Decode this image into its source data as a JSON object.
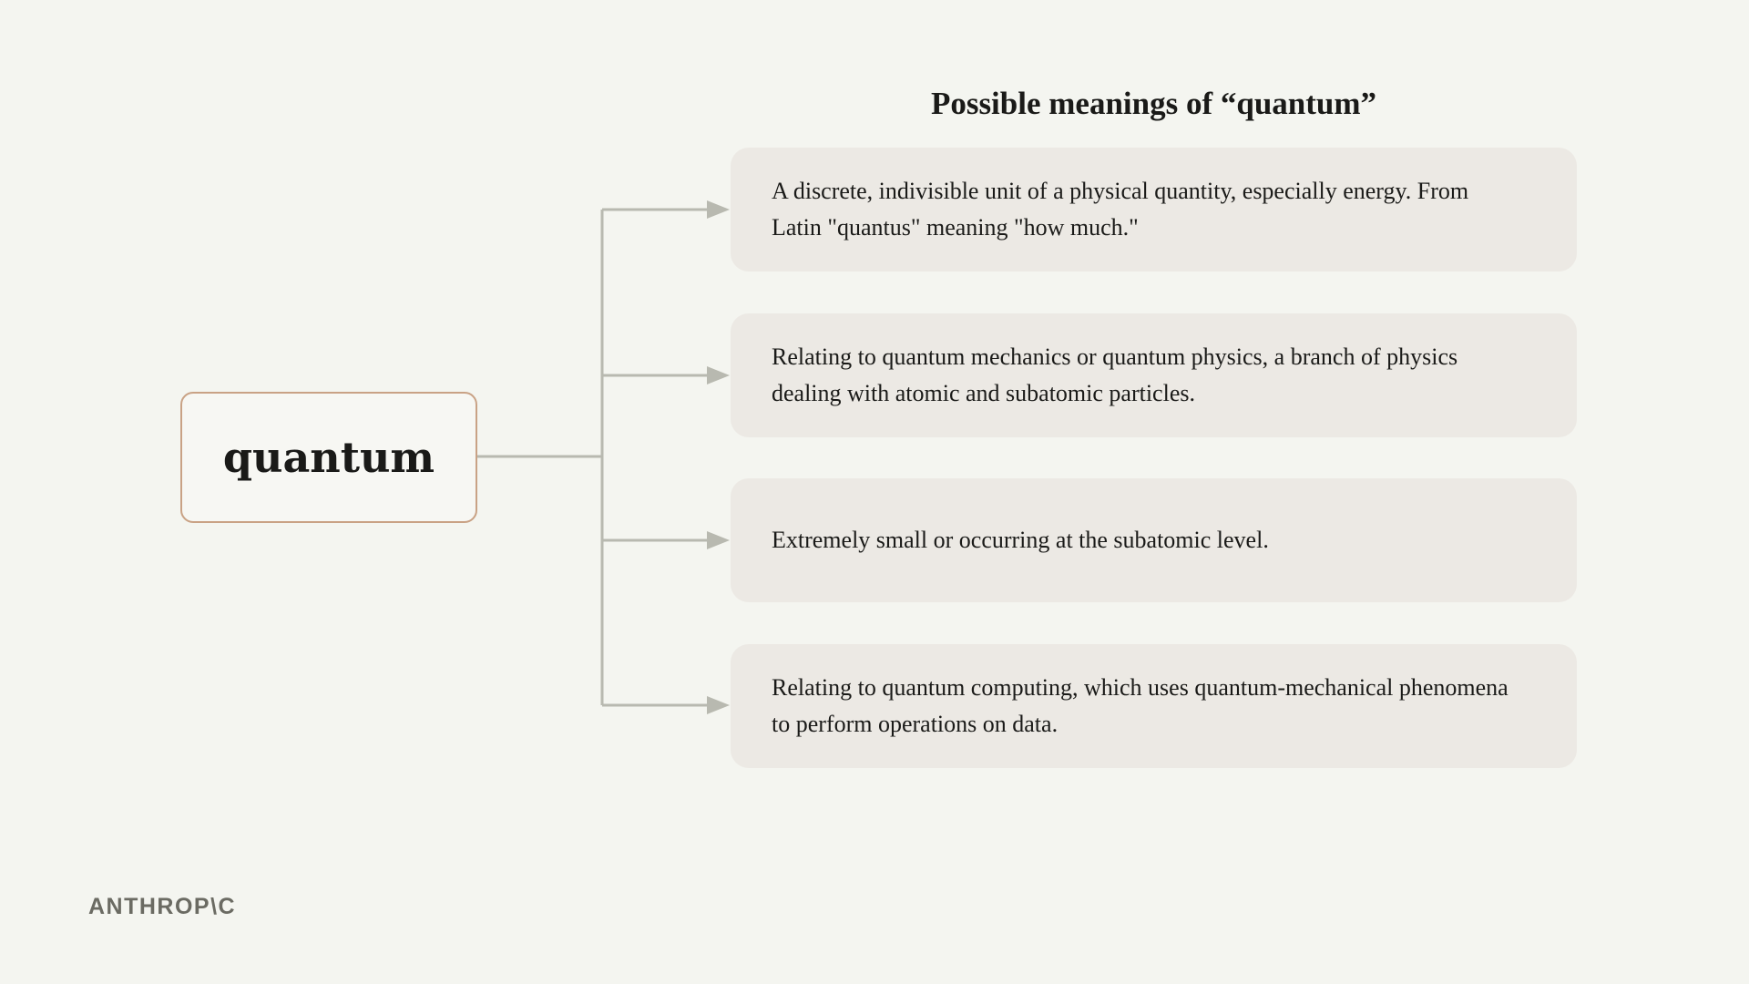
{
  "title": "Possible meanings of “quantum”",
  "root_word": "quantum",
  "meanings": [
    "A discrete, indivisible unit of a physical quantity, especially energy. From Latin \"quantus\" meaning \"how much.\"",
    "Relating to quantum mechanics or quantum physics, a branch of physics dealing with atomic and subatomic particles.",
    "Extremely small or occurring at the subatomic level.",
    "Relating to quantum computing, which uses quantum-mechanical phenomena to perform operations on data."
  ],
  "logo": "ANTHROP\\C",
  "colors": {
    "background": "#f4f5f0",
    "card": "#ece9e4",
    "connector": "#b8b9b0",
    "root_border": "#c9a285"
  }
}
